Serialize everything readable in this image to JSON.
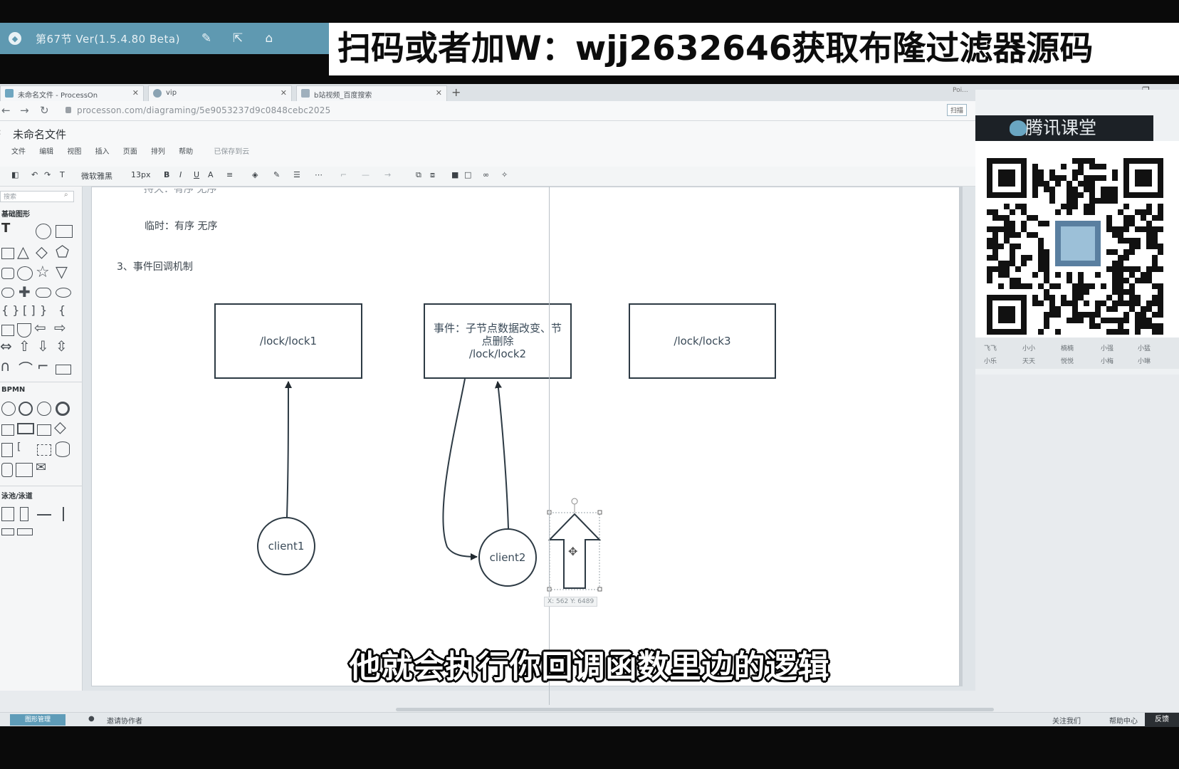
{
  "player": {
    "title": "第67节 Ver(1.5.4.80 Beta)",
    "banner": "扫码或者加W：wjj2632646获取布隆过滤器源码"
  },
  "browser": {
    "tabs": [
      {
        "label": "未命名文件 - ProcessOn"
      },
      {
        "label": "vip"
      },
      {
        "label": "b站视频_百度搜索"
      }
    ],
    "new_tab": "+",
    "url": "processon.com/diagraming/5e9053237d9c0848cebc2025",
    "tr_label": "Poi...",
    "scan_label": "扫描"
  },
  "app": {
    "doc_name": "未命名文件",
    "menu": [
      "文件",
      "编辑",
      "视图",
      "插入",
      "页面",
      "排列",
      "帮助"
    ],
    "saved_status": "已保存到云",
    "font_name": "微软雅黑",
    "font_size": "13px",
    "palette": {
      "search_placeholder": "搜索",
      "section_basic": "基础图形",
      "section_bpmn": "BPMN",
      "section_lanes": "泳池/泳道"
    }
  },
  "diagram": {
    "partial_line": "持久：有序 无序",
    "line_temp": "临时：有序  无序",
    "line_event": "3、事件回调机制",
    "box1": "/lock/lock1",
    "box2_event": "事件：子节点数据改变、节点删除",
    "box2_path": "/lock/lock2",
    "box3": "/lock/lock3",
    "client1": "client1",
    "client2": "client2",
    "coord_readout": "X: 562  Y: 6489"
  },
  "status": {
    "left_button": "图形管理",
    "invite": "邀请协作者",
    "follow": "关注我们",
    "help": "帮助中心",
    "feedback": "反馈"
  },
  "qr": {
    "brand": "腾讯课堂",
    "labels_row1": [
      "飞飞",
      "小小",
      "楠楠",
      "小强",
      "小猛"
    ],
    "labels_row2": [
      "小乐",
      "天天",
      "悦悦",
      "小梅",
      "小琳"
    ]
  },
  "subtitle": "他就会执行你回调函数里边的逻辑"
}
